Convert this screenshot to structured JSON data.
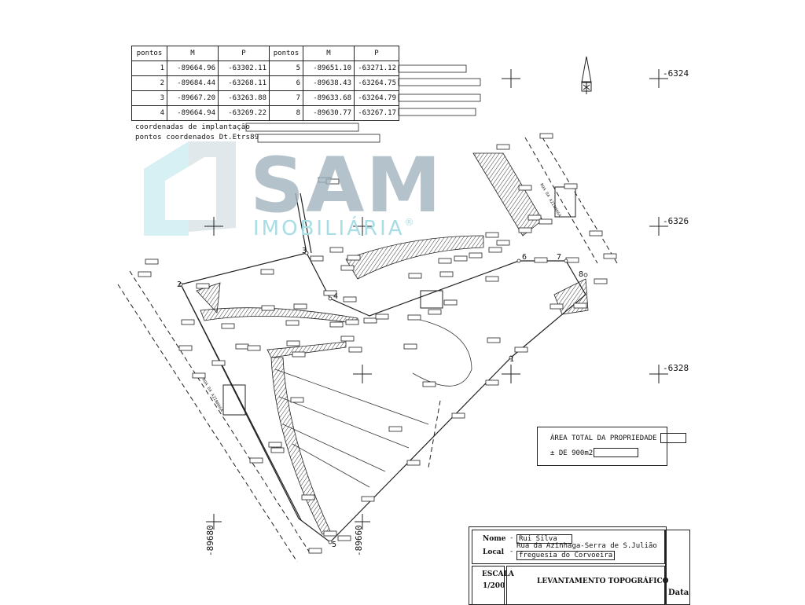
{
  "coord_table": {
    "headers": [
      "pontos",
      "M",
      "P",
      "pontos",
      "M",
      "P"
    ],
    "rows": [
      [
        "1",
        "-89664.96",
        "-63302.11",
        "5",
        "-89651.10",
        "-63271.12"
      ],
      [
        "2",
        "-89684.44",
        "-63268.11",
        "6",
        "-89638.43",
        "-63264.75"
      ],
      [
        "3",
        "-89667.20",
        "-63263.88",
        "7",
        "-89633.68",
        "-63264.79"
      ],
      [
        "4",
        "-89664.94",
        "-63269.22",
        "8",
        "-89630.77",
        "-63267.17"
      ]
    ]
  },
  "notes": {
    "implantation": "coordenadas de implantação",
    "etrs": "pontos coordenados Dt.Etrs89"
  },
  "grid_labels": {
    "top": "-6324",
    "mid": "-6326",
    "low": "-6328",
    "bottom_left": "-89680",
    "bottom_right": "-89660"
  },
  "watermark": {
    "name": "SAM",
    "sub": "IMOBILIÁRIA",
    "reg": "®",
    "colors": {
      "main": "#9fb3bd",
      "accent": "#a8dde5"
    }
  },
  "area": {
    "title": "ÁREA TOTAL DA PROPRIEDADE",
    "value": "± DE 900m2"
  },
  "title_block": {
    "nome_label": "Nome",
    "nome_value": "Rui Silva",
    "local_label": "Local",
    "local_line1": "Rua da Azinhaga-Serra de S.Julião",
    "local_line2": "freguesia do Corvoeira",
    "escala_label": "ESCALA",
    "escala_value": "1/200",
    "title": "LEVANTAMENTO TOPOGRÁFICO",
    "data_label": "Data"
  },
  "point_labels": [
    "1",
    "2",
    "3",
    "4",
    "5",
    "6",
    "7",
    "8"
  ],
  "street_labels": {
    "left": "RUA DA AZINHAGA",
    "right": "RUA DA AZINHAGA"
  }
}
